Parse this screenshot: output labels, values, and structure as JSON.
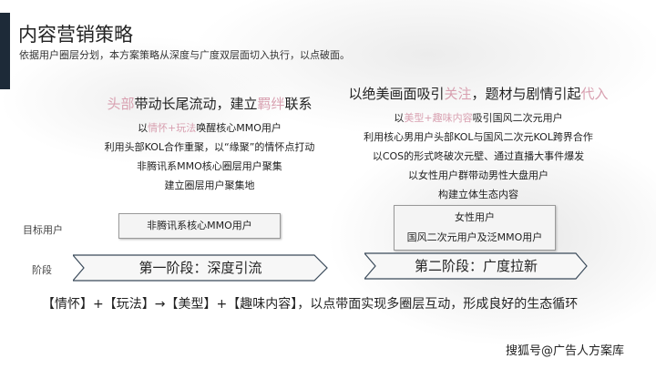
{
  "header": {
    "title": "内容营销策略",
    "subtitle": "依据用户圈层分划，本方案策略从深度与广度双层面切入执行，以点破面。"
  },
  "stage1": {
    "headline": [
      {
        "t": "头部",
        "pink": true
      },
      {
        "t": "带动长尾流动，建立",
        "pink": false
      },
      {
        "t": "羁绊",
        "pink": true
      },
      {
        "t": "联系",
        "pink": false
      }
    ],
    "lines": [
      [
        {
          "t": "以",
          "pink": false
        },
        {
          "t": "情怀+玩法",
          "pink": true
        },
        {
          "t": "唤醒核心MMO用户",
          "pink": false
        }
      ],
      [
        {
          "t": "利用头部KOL合作重聚，以“缘聚”的情怀点打动",
          "pink": false
        }
      ],
      [
        {
          "t": "非腾讯系MMO核心圈层用户聚集",
          "pink": false
        }
      ],
      [
        {
          "t": "建立圈层用户聚集地",
          "pink": false
        }
      ]
    ],
    "target": [
      "非腾讯系核心MMO用户"
    ],
    "label": "第一阶段：深度引流"
  },
  "stage2": {
    "headline": [
      {
        "t": "以绝美画面吸引",
        "pink": false
      },
      {
        "t": "关注",
        "pink": true
      },
      {
        "t": "，题材与剧情引起",
        "pink": false
      },
      {
        "t": "代入",
        "pink": true
      }
    ],
    "lines": [
      [
        {
          "t": "以",
          "pink": false
        },
        {
          "t": "美型+趣味内容",
          "pink": true
        },
        {
          "t": "吸引国风二次元用户",
          "pink": false
        }
      ],
      [
        {
          "t": "利用核心男用户头部KOL与国风二次元KOL跨界合作",
          "pink": false
        }
      ],
      [
        {
          "t": "以COS的形式咚破次元壁、通过直播大事件爆发",
          "pink": false
        }
      ],
      [
        {
          "t": "以女性用户群带动男性大盘用户",
          "pink": false
        }
      ],
      [
        {
          "t": "构建立体生态内容",
          "pink": false
        }
      ]
    ],
    "target": [
      "女性用户",
      "国风二次元用户及泛MMO用户"
    ],
    "label": "第二阶段：广度拉新"
  },
  "labels": {
    "target": "目标用户",
    "stage": "阶段"
  },
  "footer": "【情怀】+【玩法】→【美型】+【趣味内容】，以点带面实现多圈层互动，形成良好的生态循环",
  "watermark": "搜狐号@广告人方案库",
  "colors": {
    "accent": "#d8a0b0",
    "bar": "#1d2a38"
  }
}
